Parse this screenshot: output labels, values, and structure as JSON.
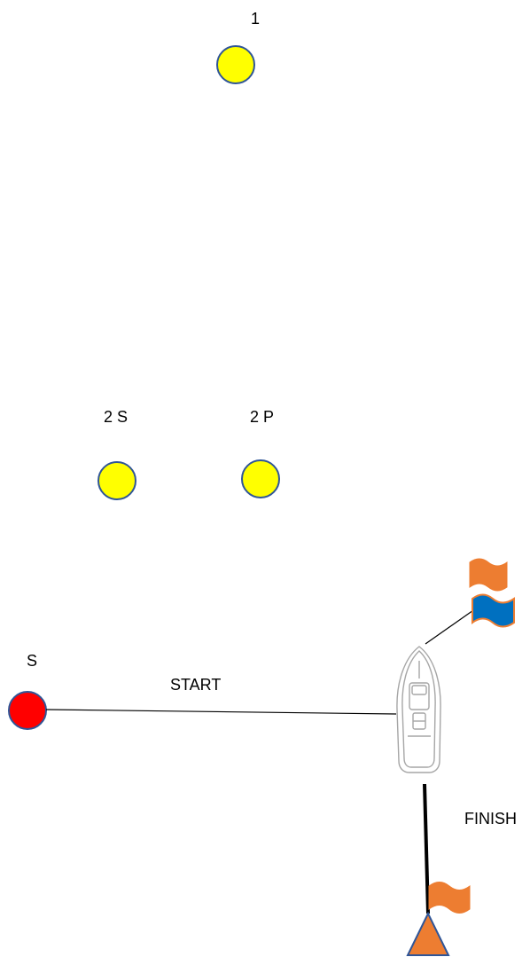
{
  "labels": {
    "mark_1": "1",
    "mark_2s": "2 S",
    "mark_2p": "2 P",
    "mark_s": "S",
    "start": "START",
    "finish": "FINISH"
  },
  "colors": {
    "yellow_mark": "#ffff00",
    "red_mark": "#ff0000",
    "mark_outline": "#2f5597",
    "orange_flag": "#ed7d31",
    "blue_flag": "#0070c0",
    "line": "#000000",
    "boat_outline": "#a6a6a6",
    "pin_triangle": "#ed7d31"
  },
  "icons": {
    "committee_boat": "motorboat-icon",
    "orange_flag": "orange-flag-icon",
    "blue_flag": "blue-flag-icon",
    "finish_pin": "triangle-buoy-icon"
  }
}
